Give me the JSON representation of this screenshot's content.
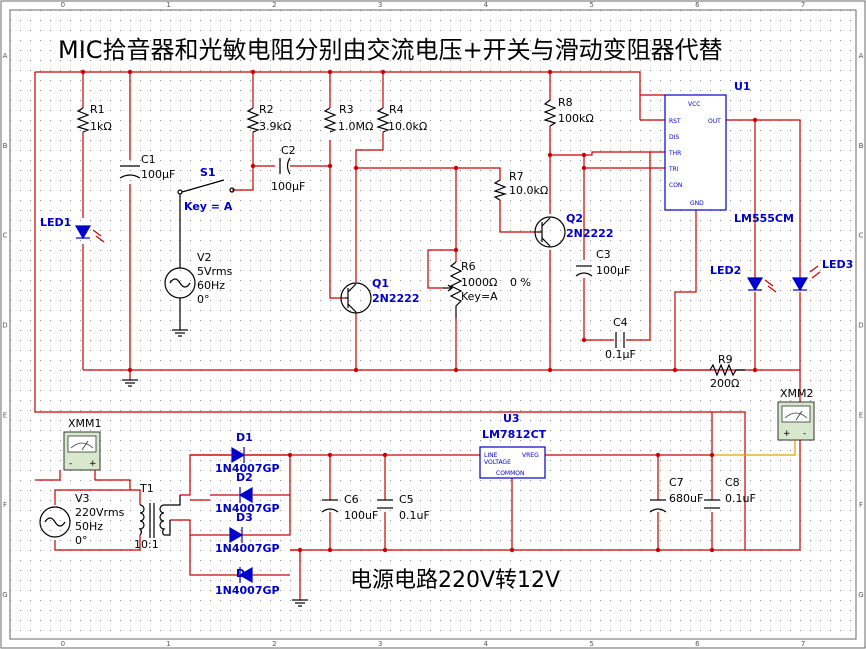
{
  "title": "MIC拾音器和光敏电阻分别由交流电压+开关与滑动变阻器代替",
  "subtitle": "电源电路220V转12V",
  "border": {
    "cols": [
      "0",
      "1",
      "2",
      "3",
      "4",
      "5",
      "6",
      "7"
    ],
    "rows": [
      "A",
      "B",
      "C",
      "D",
      "E",
      "F",
      "G"
    ]
  },
  "colors": {
    "wire": "#cc0000",
    "component": "#000000",
    "label": "#0000cc",
    "grid": "#8c8c8c",
    "meter_wire": "#e0a000"
  },
  "components": {
    "R1": {
      "ref": "R1",
      "value": "1kΩ"
    },
    "R2": {
      "ref": "R2",
      "value": "3.9kΩ"
    },
    "R3": {
      "ref": "R3",
      "value": "1.0MΩ"
    },
    "R4": {
      "ref": "R4",
      "value": "10.0kΩ"
    },
    "R7": {
      "ref": "R7",
      "value": "10.0kΩ"
    },
    "R8": {
      "ref": "R8",
      "value": "100kΩ"
    },
    "R9": {
      "ref": "R9",
      "value": "200Ω"
    },
    "R6": {
      "ref": "R6",
      "value": "1000Ω",
      "percent": "0 %",
      "key": "Key=A"
    },
    "C1": {
      "ref": "C1",
      "value": "100µF"
    },
    "C2": {
      "ref": "C2",
      "value": "100µF"
    },
    "C3": {
      "ref": "C3",
      "value": "100µF"
    },
    "C4": {
      "ref": "C4",
      "value": "0.1µF"
    },
    "C5": {
      "ref": "C5",
      "value": "0.1uF"
    },
    "C6": {
      "ref": "C6",
      "value": "100uF"
    },
    "C7": {
      "ref": "C7",
      "value": "680uF"
    },
    "C8": {
      "ref": "C8",
      "value": "0.1uF"
    },
    "S1": {
      "ref": "S1",
      "key": "Key = A"
    },
    "V2": {
      "ref": "V2",
      "line1": "5Vrms",
      "line2": "60Hz",
      "line3": "0°"
    },
    "V3": {
      "ref": "V3",
      "line1": "220Vrms",
      "line2": "50Hz",
      "line3": "0°"
    },
    "Q1": {
      "ref": "Q1",
      "model": "2N2222"
    },
    "Q2": {
      "ref": "Q2",
      "model": "2N2222"
    },
    "U1": {
      "ref": "U1",
      "model": "LM555CM",
      "pins": [
        "VCC",
        "OUT",
        "RST",
        "DIS",
        "THR",
        "TRI",
        "CON",
        "GND"
      ]
    },
    "U3": {
      "ref": "U3",
      "model": "LM7812CT",
      "pin_in": "LINE",
      "pin_vreg": "VREG",
      "pin_voltage": "VOLTAGE",
      "pin_common": "COMMON"
    },
    "T1": {
      "ref": "T1",
      "ratio": "10:1"
    },
    "D1": {
      "ref": "D1",
      "model": "1N4007GP"
    },
    "D2": {
      "ref": "D2",
      "model": "1N4007GP"
    },
    "D3": {
      "ref": "D3",
      "model": "1N4007GP"
    },
    "D4": {
      "ref": "D4",
      "model": "1N4007GP"
    },
    "LED1": {
      "ref": "LED1"
    },
    "LED2": {
      "ref": "LED2"
    },
    "LED3": {
      "ref": "LED3"
    },
    "XMM1": {
      "ref": "XMM1",
      "minus": "-",
      "plus": "+"
    },
    "XMM2": {
      "ref": "XMM2",
      "minus": "-",
      "plus": "+"
    }
  }
}
